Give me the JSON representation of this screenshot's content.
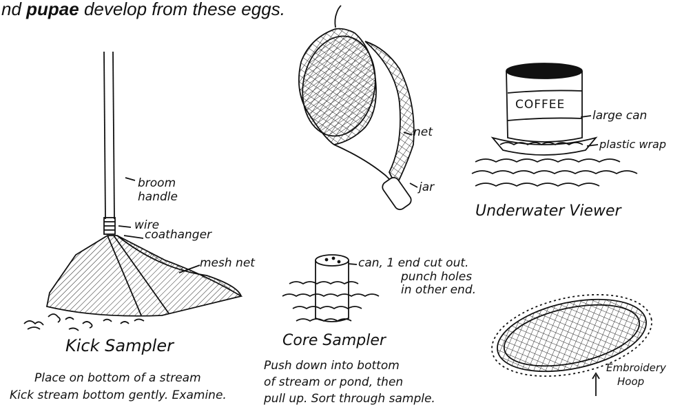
{
  "header": {
    "pre": "nd ",
    "bold": "pupae",
    "post": " develop from these eggs."
  },
  "kick_sampler": {
    "label_broom": "broom",
    "label_handle": "handle",
    "label_wire": "wire",
    "label_coathanger": "coathanger",
    "label_mesh": "mesh net",
    "title": "Kick Sampler",
    "caption_1": "Place on bottom of a stream",
    "caption_2": "Kick stream bottom gently. Examine."
  },
  "net_jar": {
    "label_net": "net",
    "label_jar": "jar"
  },
  "viewer": {
    "can_text": "COFFEE",
    "label_can": "large can",
    "label_wrap": "plastic wrap",
    "title": "Underwater Viewer"
  },
  "core_sampler": {
    "label_1": "can, 1 end cut out.",
    "label_2": "punch holes",
    "label_3": "in other end.",
    "title": "Core Sampler",
    "caption_1": "Push down into bottom",
    "caption_2": "of stream or pond, then",
    "caption_3": "pull up. Sort through sample."
  },
  "hoop": {
    "label_1": "Embroidery",
    "label_2": "Hoop"
  }
}
